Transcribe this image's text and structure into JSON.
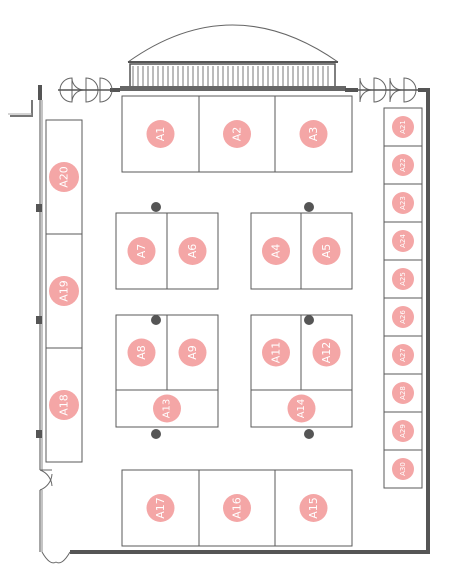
{
  "floorplan": {
    "accent_color": "#f4a6a6",
    "wall_color": "#555555",
    "booths": [
      {
        "id": "A1"
      },
      {
        "id": "A2"
      },
      {
        "id": "A3"
      },
      {
        "id": "A4"
      },
      {
        "id": "A5"
      },
      {
        "id": "A6"
      },
      {
        "id": "A7"
      },
      {
        "id": "A8"
      },
      {
        "id": "A9"
      },
      {
        "id": "A11"
      },
      {
        "id": "A12"
      },
      {
        "id": "A13"
      },
      {
        "id": "A14"
      },
      {
        "id": "A15"
      },
      {
        "id": "A16"
      },
      {
        "id": "A17"
      },
      {
        "id": "A18"
      },
      {
        "id": "A19"
      },
      {
        "id": "A20"
      },
      {
        "id": "A21"
      },
      {
        "id": "A22"
      },
      {
        "id": "A23"
      },
      {
        "id": "A24"
      },
      {
        "id": "A25"
      },
      {
        "id": "A26"
      },
      {
        "id": "A27"
      },
      {
        "id": "A28"
      },
      {
        "id": "A29"
      },
      {
        "id": "A30"
      }
    ],
    "icons": [
      "stage-dome-icon",
      "door-icon",
      "pillar-icon"
    ]
  }
}
